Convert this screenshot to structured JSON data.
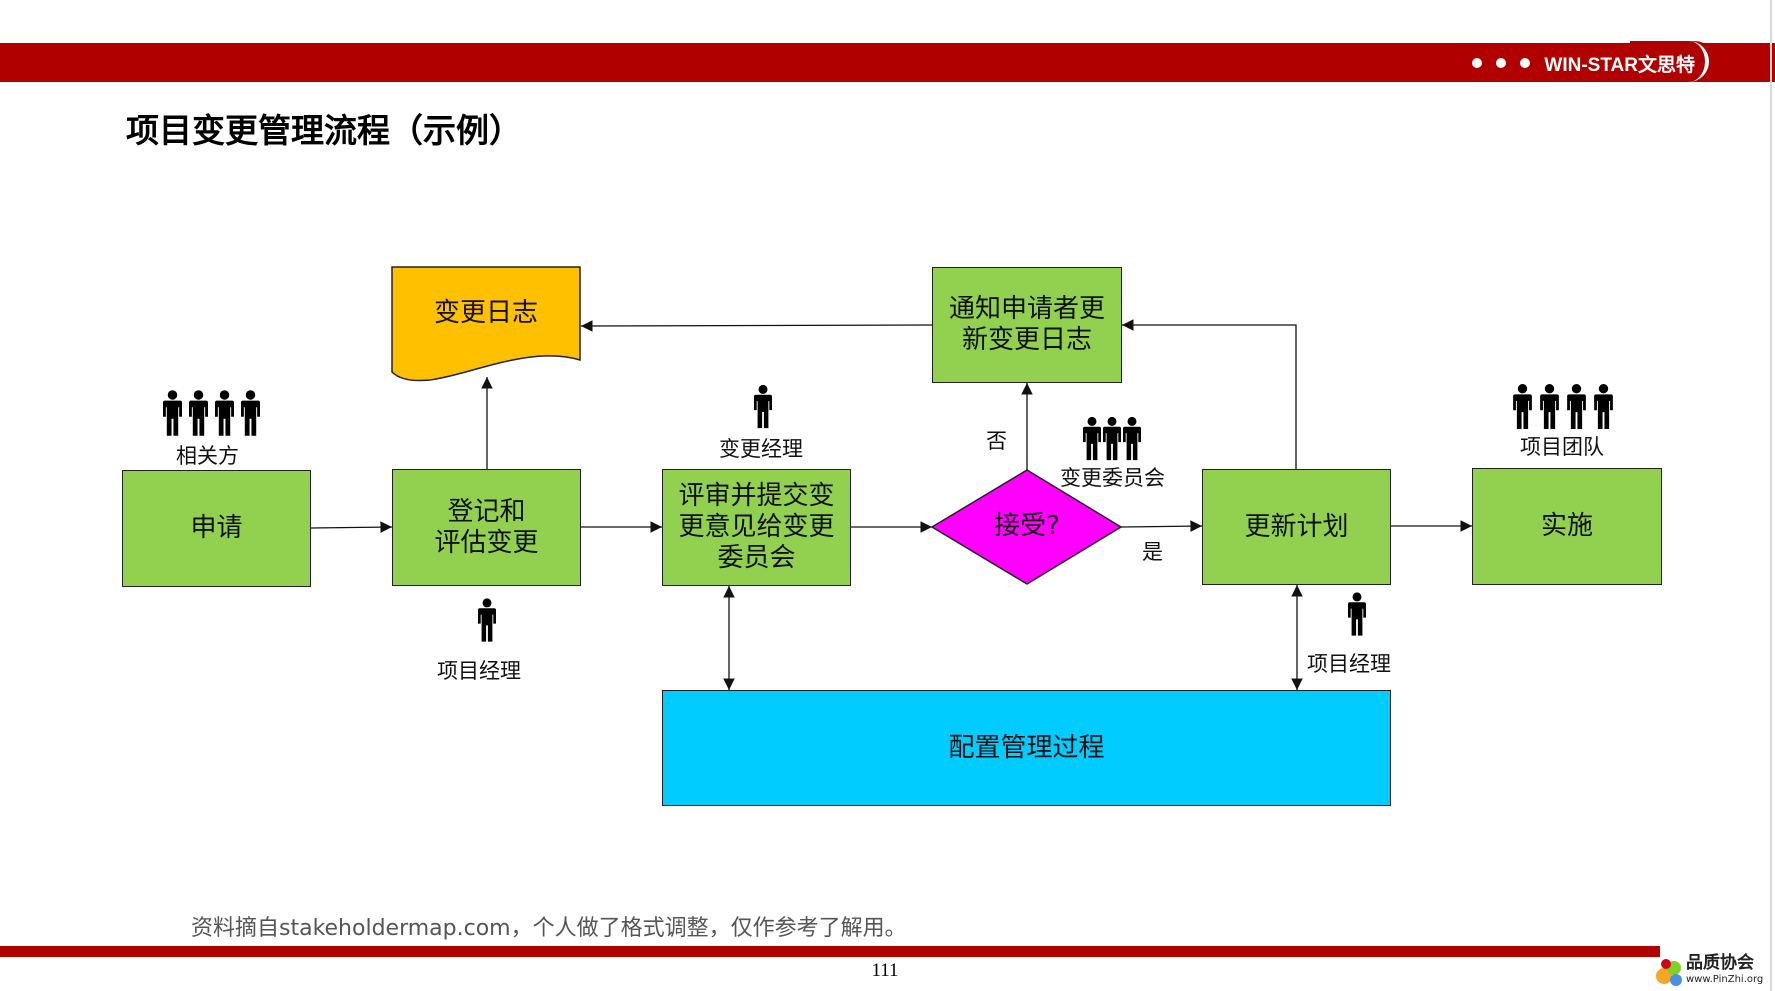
{
  "brand": {
    "name": "WIN-STAR文思特",
    "color": "#b00000"
  },
  "title": "项目变更管理流程（示例）",
  "nodes": {
    "apply": "申请",
    "register": [
      "登记和",
      "评估变更"
    ],
    "review": [
      "评审并提交变",
      "更意见给变更",
      "委员会"
    ],
    "decision": "接受?",
    "update_plan": "更新计划",
    "implement": "实施",
    "change_log": "变更日志",
    "notify": [
      "通知申请者更",
      "新变更日志"
    ],
    "config": "配置管理过程"
  },
  "roles": {
    "stakeholders": "相关方",
    "pm_register": "项目经理",
    "change_manager": "变更经理",
    "ccb": "变更委员会",
    "team": "项目团队",
    "pm_update": "项目经理"
  },
  "edges": {
    "no": "否",
    "yes": "是"
  },
  "icons": [
    "person-icon"
  ],
  "colors": {
    "process": "#92d050",
    "decision": "#ff00ff",
    "log": "#ffc000",
    "config": "#00ccff"
  },
  "footer": {
    "source": "资料摘自stakeholdermap.com，个人做了格式调整，仅作参考了解用。",
    "page": "111",
    "logo_text": "品质协会",
    "logo_url": "www.PinZhi.org"
  }
}
